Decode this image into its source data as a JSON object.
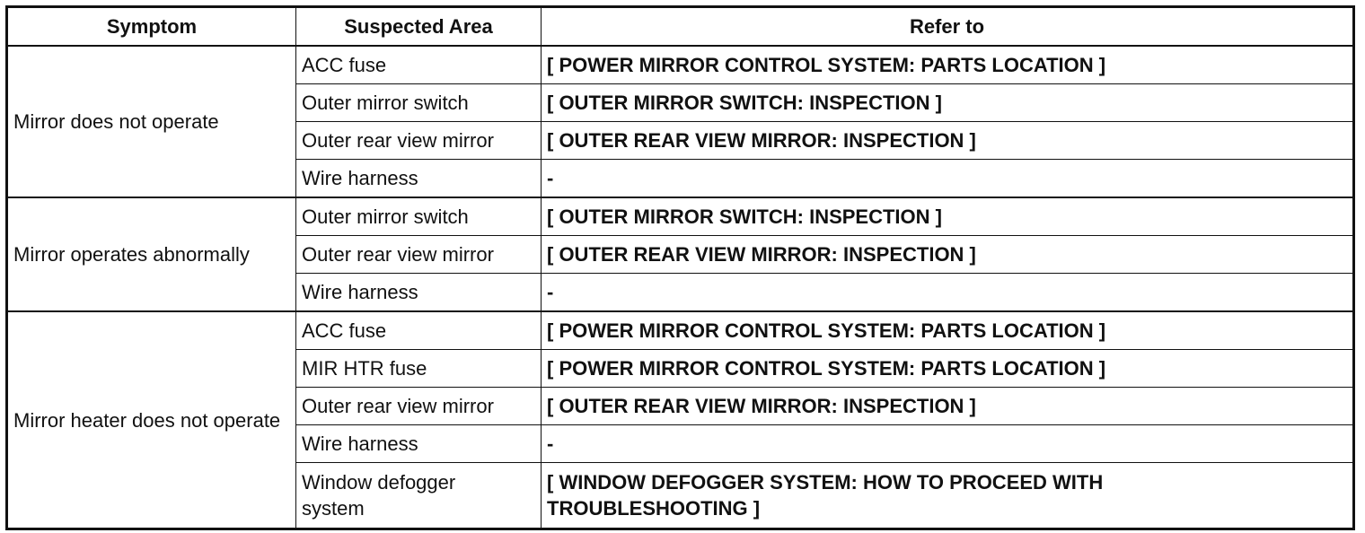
{
  "table": {
    "headers": {
      "symptom": "Symptom",
      "area": "Suspected Area",
      "refer": "Refer to"
    },
    "groups": [
      {
        "symptom": "Mirror does not operate",
        "rows": [
          {
            "area": "ACC fuse",
            "refer": "[ POWER MIRROR CONTROL SYSTEM: PARTS LOCATION ]"
          },
          {
            "area": "Outer mirror switch",
            "refer": "[ OUTER MIRROR SWITCH: INSPECTION ]"
          },
          {
            "area": "Outer rear view mirror",
            "refer": "[ OUTER REAR VIEW MIRROR: INSPECTION ]"
          },
          {
            "area": "Wire harness",
            "refer": "-"
          }
        ]
      },
      {
        "symptom": "Mirror operates abnormally",
        "rows": [
          {
            "area": "Outer mirror switch",
            "refer": "[ OUTER MIRROR SWITCH: INSPECTION ]"
          },
          {
            "area": "Outer rear view mirror",
            "refer": "[ OUTER REAR VIEW MIRROR: INSPECTION ]"
          },
          {
            "area": "Wire harness",
            "refer": "-"
          }
        ]
      },
      {
        "symptom": "Mirror heater does not operate",
        "rows": [
          {
            "area": "ACC fuse",
            "refer": "[ POWER MIRROR CONTROL SYSTEM: PARTS LOCATION ]"
          },
          {
            "area": "MIR HTR fuse",
            "refer": "[ POWER MIRROR CONTROL SYSTEM: PARTS LOCATION ]"
          },
          {
            "area": "Outer rear view mirror",
            "refer": "[ OUTER REAR VIEW MIRROR: INSPECTION ]"
          },
          {
            "area": "Wire harness",
            "refer": "-"
          },
          {
            "area": "Window defogger system",
            "refer": "[ WINDOW DEFOGGER SYSTEM: HOW TO PROCEED WITH TROUBLESHOOTING ]"
          }
        ]
      }
    ]
  }
}
